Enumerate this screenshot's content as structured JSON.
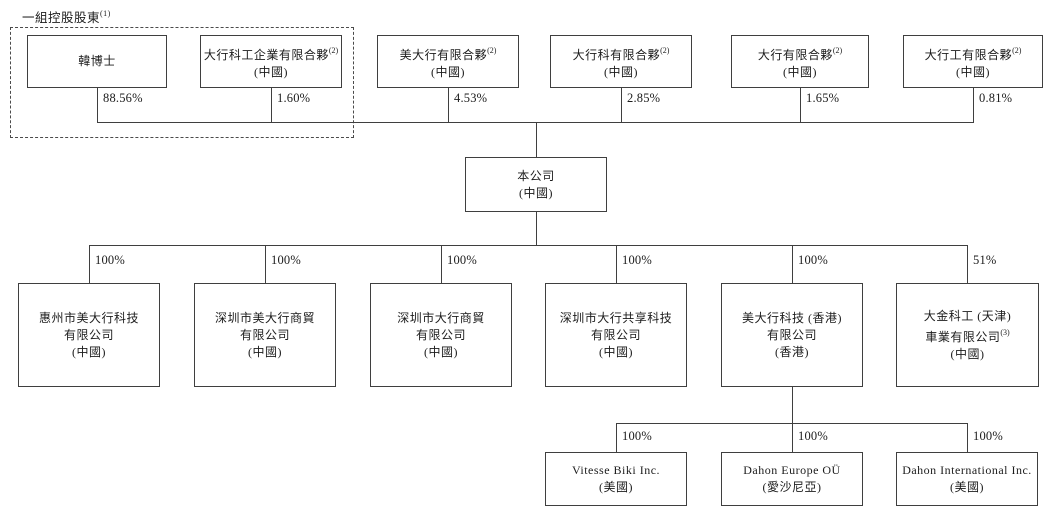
{
  "diagram": {
    "group_label": {
      "t": "一組控股股東",
      "s": "(1)"
    },
    "shareholders": [
      {
        "lines": [
          {
            "t": "韓博士"
          }
        ],
        "pct": "88.56%"
      },
      {
        "lines": [
          {
            "t": "大行科工企業有限合夥",
            "s": "(2)"
          },
          {
            "t": "(中國)"
          }
        ],
        "pct": "1.60%"
      },
      {
        "lines": [
          {
            "t": "美大行有限合夥",
            "s": "(2)"
          },
          {
            "t": "(中國)"
          }
        ],
        "pct": "4.53%"
      },
      {
        "lines": [
          {
            "t": "大行科有限合夥",
            "s": "(2)"
          },
          {
            "t": "(中國)"
          }
        ],
        "pct": "2.85%"
      },
      {
        "lines": [
          {
            "t": "大行有限合夥",
            "s": "(2)"
          },
          {
            "t": "(中國)"
          }
        ],
        "pct": "1.65%"
      },
      {
        "lines": [
          {
            "t": "大行工有限合夥",
            "s": "(2)"
          },
          {
            "t": "(中國)"
          }
        ],
        "pct": "0.81%"
      }
    ],
    "company": {
      "lines": [
        {
          "t": "本公司"
        },
        {
          "t": "(中國)"
        }
      ]
    },
    "subsidiaries": [
      {
        "lines": [
          {
            "t": "惠州市美大行科技"
          },
          {
            "t": "有限公司"
          },
          {
            "t": "(中國)"
          }
        ],
        "pct": "100%"
      },
      {
        "lines": [
          {
            "t": "深圳市美大行商貿"
          },
          {
            "t": "有限公司"
          },
          {
            "t": "(中國)"
          }
        ],
        "pct": "100%"
      },
      {
        "lines": [
          {
            "t": "深圳市大行商貿"
          },
          {
            "t": "有限公司"
          },
          {
            "t": "(中國)"
          }
        ],
        "pct": "100%"
      },
      {
        "lines": [
          {
            "t": "深圳市大行共享科技"
          },
          {
            "t": "有限公司"
          },
          {
            "t": "(中國)"
          }
        ],
        "pct": "100%"
      },
      {
        "lines": [
          {
            "t": "美大行科技 (香港)"
          },
          {
            "t": "有限公司"
          },
          {
            "t": "(香港)"
          }
        ],
        "pct": "100%"
      },
      {
        "lines": [
          {
            "t": "大金科工 (天津)"
          },
          {
            "t": "車業有限公司",
            "s": "(3)"
          },
          {
            "t": "(中國)"
          }
        ],
        "pct": "51%"
      }
    ],
    "overseas": [
      {
        "lines": [
          {
            "t": "Vitesse Biki Inc."
          },
          {
            "t": "(美國)"
          }
        ],
        "pct": "100%"
      },
      {
        "lines": [
          {
            "t": "Dahon Europe OÜ"
          },
          {
            "t": "(愛沙尼亞)"
          }
        ],
        "pct": "100%"
      },
      {
        "lines": [
          {
            "t": "Dahon International Inc."
          },
          {
            "t": "(美國)"
          }
        ],
        "pct": "100%"
      }
    ],
    "colors": {
      "line": "#3f3f3f",
      "text": "#1c1c1c",
      "background": "#ffffff"
    }
  }
}
